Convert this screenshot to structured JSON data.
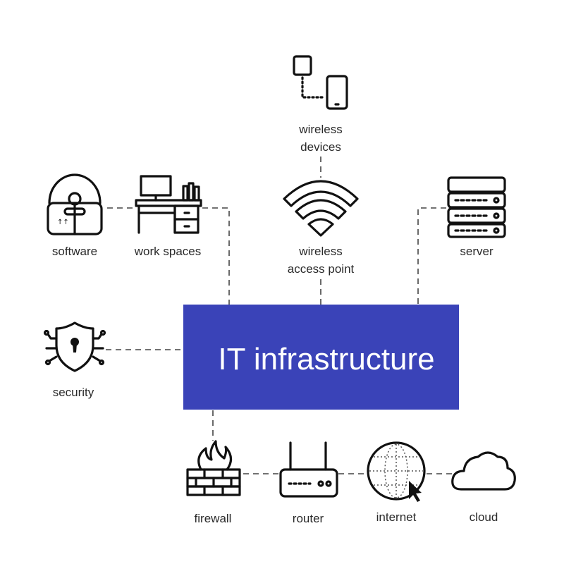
{
  "center": {
    "title": "IT infrastructure",
    "color": "#3a43b8"
  },
  "nodes": {
    "wireless_devices": [
      "wireless",
      "devices"
    ],
    "wireless_access_point": [
      "wireless",
      "access point"
    ],
    "software": "software",
    "work_spaces": "work spaces",
    "server": "server",
    "security": "security",
    "firewall": "firewall",
    "router": "router",
    "internet": "internet",
    "cloud": "cloud"
  }
}
